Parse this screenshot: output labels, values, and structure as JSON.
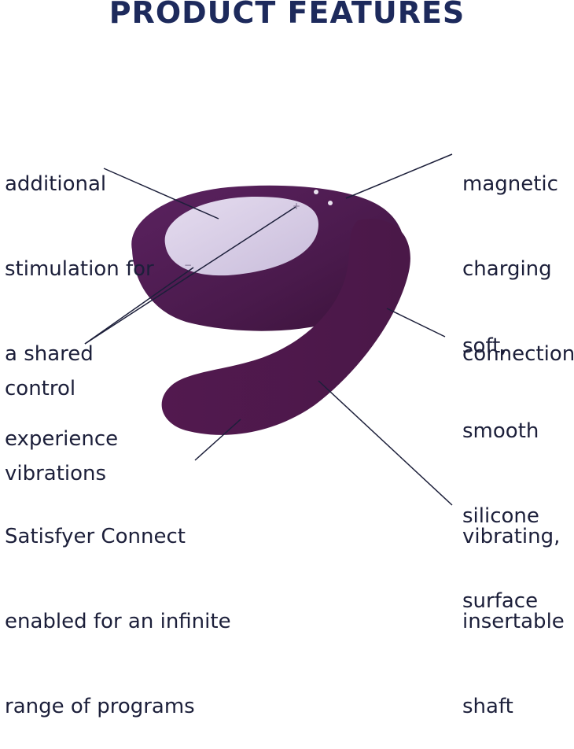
{
  "title": "PRODUCT FEATURES",
  "features": {
    "additional_stimulation": [
      "additional",
      "stimulation for",
      "a shared",
      "experience"
    ],
    "magnetic_charging": [
      "magnetic",
      "charging",
      "connection"
    ],
    "control_vibrations": [
      "control",
      "vibrations"
    ],
    "soft_silicone": [
      "soft,",
      "smooth",
      "silicone",
      "surface"
    ],
    "satisfyer_connect": [
      "Satisfyer Connect",
      "enabled for an infinite",
      "range of programs"
    ],
    "vibrating_shaft": [
      "vibrating,",
      "insertable",
      "shaft"
    ]
  },
  "colors": {
    "product_purple": "#4e1a4f",
    "control_panel": "#d9cfe6",
    "title_navy": "#1d2a5c",
    "text": "#1c1f3a"
  }
}
